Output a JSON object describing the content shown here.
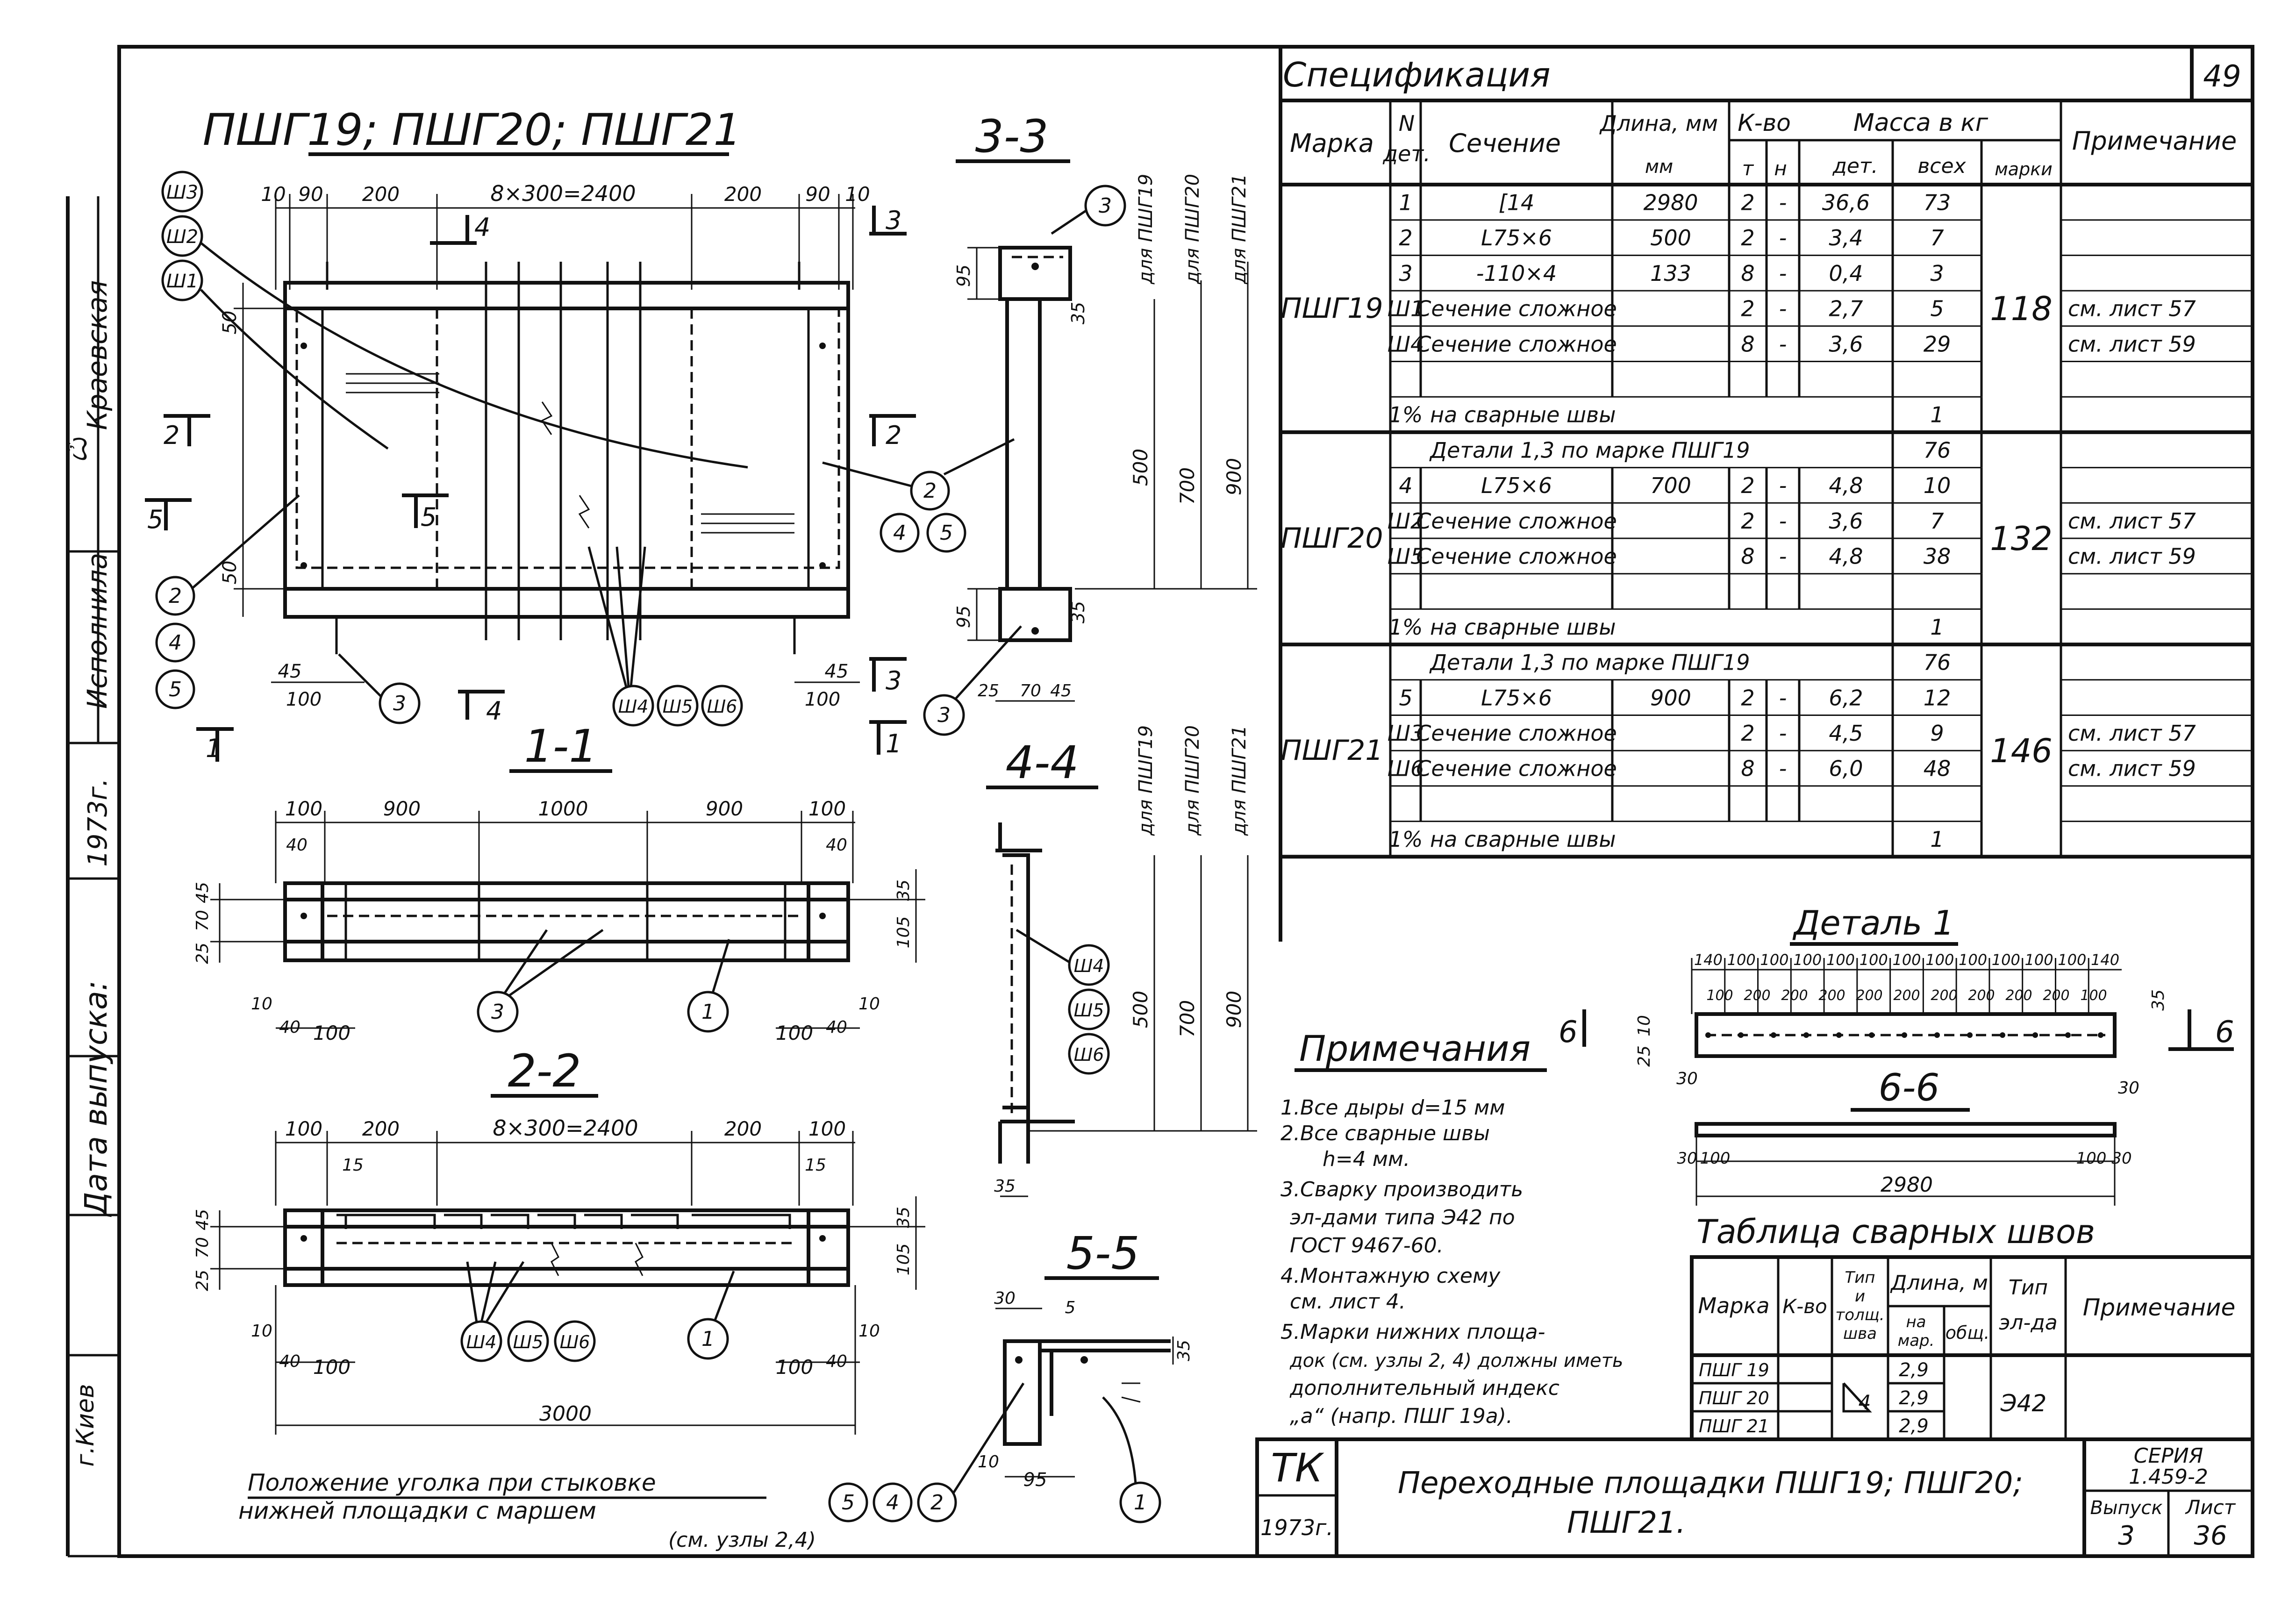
{
  "drawing": {
    "sheet_number": "49",
    "main_title": "ПШГ19; ПШГ20; ПШГ21"
  },
  "left_strip": {
    "signer": "Краевская",
    "role": "Исполнила",
    "signature": "подпись",
    "year": "1973г.",
    "issue_date": "Дата выпуска:",
    "city": "г.Киев"
  },
  "plan": {
    "dims_top": [
      "10",
      "90",
      "200",
      "8×300=2400",
      "200",
      "90",
      "10"
    ],
    "dims_bottom": [
      "45",
      "100",
      "45",
      "100"
    ],
    "left_v": [
      "50",
      "50"
    ],
    "callouts_top": [
      "Ш3",
      "Ш2",
      "Ш1"
    ],
    "callouts_left": [
      "2",
      "4",
      "5"
    ],
    "callouts_right": [
      "2",
      "4",
      "5"
    ],
    "callout_part3": "3",
    "callouts_bottom": [
      "Ш4",
      "Ш5",
      "Ш6"
    ],
    "cuts": {
      "c1": "1",
      "c2": "2",
      "c3": "3",
      "c4": "4",
      "c5": "5",
      "c1r": "1",
      "c2r": "2",
      "c3r": "3",
      "c4r": "4",
      "c5r": "5"
    }
  },
  "sections": {
    "s11": {
      "title": "1-1",
      "dims_top": [
        "100",
        "900",
        "1000",
        "900",
        "100"
      ],
      "dims_small": [
        "40",
        "40"
      ],
      "left_v": [
        "45",
        "70",
        "25"
      ],
      "right_v": [
        "35",
        "105"
      ],
      "dims_bottom": [
        "10",
        "40",
        "100",
        "100",
        "40",
        "10"
      ],
      "callouts": [
        "3",
        "1"
      ]
    },
    "s22": {
      "title": "2-2",
      "dims_top": [
        "100",
        "200",
        "8×300=2400",
        "200",
        "100"
      ],
      "dims_small": [
        "15",
        "15"
      ],
      "left_v": [
        "45",
        "70",
        "25"
      ],
      "right_v": [
        "35",
        "105"
      ],
      "dims_bottom": [
        "10",
        "40",
        "100",
        "100",
        "40",
        "10"
      ],
      "total": "3000",
      "callouts": [
        "Ш4",
        "Ш5",
        "Ш6",
        "1"
      ]
    },
    "s33": {
      "title": "3-3",
      "v_dims": [
        "95",
        "35",
        "95",
        "35"
      ],
      "h_dims": [
        "25",
        "70",
        "45"
      ],
      "heights": [
        "500",
        "700",
        "900"
      ],
      "labels": [
        "для ПШГ19",
        "для ПШГ20",
        "для ПШГ21"
      ],
      "callouts": [
        "3",
        "2",
        "4",
        "5",
        "3"
      ]
    },
    "s44": {
      "title": "4-4",
      "heights": [
        "500",
        "700",
        "900"
      ],
      "labels": [
        "для ПШГ19",
        "для ПШГ20",
        "для ПШГ21"
      ],
      "callouts": [
        "Ш4",
        "Ш5",
        "Ш6"
      ],
      "bottom_dim": "35"
    },
    "s55": {
      "title": "5-5",
      "dims": [
        "30",
        "5",
        "35",
        "10",
        "95"
      ],
      "callouts": [
        "5",
        "4",
        "2",
        "1"
      ]
    },
    "s66": {
      "title": "6-6",
      "detail_title": "Деталь 1",
      "pitch_top": [
        "140",
        "100",
        "100",
        "100",
        "100",
        "100",
        "100",
        "100",
        "100",
        "100",
        "100",
        "100",
        "140"
      ],
      "pitch_inner": [
        "100",
        "200",
        "200",
        "200",
        "200",
        "200",
        "200",
        "200",
        "200",
        "200",
        "100"
      ],
      "dims_side": [
        "25",
        "10",
        "30",
        "30",
        "35"
      ],
      "dims_bottom": [
        "30",
        "100",
        "100",
        "30"
      ],
      "length": "2980",
      "cut_mark": "6"
    }
  },
  "caption": {
    "line1": "Положение уголка при стыковке",
    "line2": "нижней площадки с маршем",
    "line3": "(см. узлы 2,4)"
  },
  "notes": {
    "title": "Примечания",
    "lines": [
      "1.Все дыры d=15 мм",
      "2.Все сварные швы",
      "h=4 мм.",
      "3.Сварку производить",
      "эл-дами типа Э42 по",
      "ГОСТ 9467-60.",
      "4.Монтажную схему",
      "см. лист 4.",
      "5.Марки нижних площа-",
      "док (см. узлы 2, 4) должны иметь",
      "дополнительный индекс",
      "„а“ (напр. ПШГ 19а)."
    ]
  },
  "spec": {
    "title": "Спецификация",
    "headers": {
      "mark": "Марка",
      "n_det": "N дет.",
      "section": "Сечение",
      "length": "Длина, мм",
      "qty": "К-во",
      "qty_t": "т",
      "qty_n": "н",
      "mass": "Масса в кг",
      "mass_det": "дет.",
      "mass_all": "всех",
      "mass_mark": "марки",
      "note": "Примечание"
    },
    "groups": [
      {
        "mark": "ПШГ19",
        "total": "118",
        "rows": [
          {
            "n": "1",
            "sec": "[14",
            "len": "2980",
            "t": "2",
            "h": "-",
            "md": "36,6",
            "ma": "73",
            "note": ""
          },
          {
            "n": "2",
            "sec": "L75×6",
            "len": "500",
            "t": "2",
            "h": "-",
            "md": "3,4",
            "ma": "7",
            "note": ""
          },
          {
            "n": "3",
            "sec": "-110×4",
            "len": "133",
            "t": "8",
            "h": "-",
            "md": "0,4",
            "ma": "3",
            "note": ""
          },
          {
            "n": "Ш1",
            "sec": "Сечение сложное",
            "len": "",
            "t": "2",
            "h": "-",
            "md": "2,7",
            "ma": "5",
            "note": "см. лист 57"
          },
          {
            "n": "Ш4",
            "sec": "Сечение сложное",
            "len": "",
            "t": "8",
            "h": "-",
            "md": "3,6",
            "ma": "29",
            "note": "см. лист 59"
          },
          {
            "n": "",
            "sec": "",
            "len": "",
            "t": "",
            "h": "",
            "md": "",
            "ma": "",
            "note": ""
          },
          {
            "n": "1%",
            "sec": "на сварные швы",
            "len": "",
            "t": "",
            "h": "",
            "md": "",
            "ma": "1",
            "note": "",
            "span": true
          }
        ]
      },
      {
        "mark": "ПШГ20",
        "total": "132",
        "rows": [
          {
            "n": "",
            "sec": "Детали 1,3 по марке ПШГ19",
            "len": "",
            "t": "",
            "h": "",
            "md": "",
            "ma": "76",
            "note": "",
            "span": true
          },
          {
            "n": "4",
            "sec": "L75×6",
            "len": "700",
            "t": "2",
            "h": "-",
            "md": "4,8",
            "ma": "10",
            "note": ""
          },
          {
            "n": "Ш2",
            "sec": "Сечение сложное",
            "len": "",
            "t": "2",
            "h": "-",
            "md": "3,6",
            "ma": "7",
            "note": "см. лист 57"
          },
          {
            "n": "Ш5",
            "sec": "Сечение сложное",
            "len": "",
            "t": "8",
            "h": "-",
            "md": "4,8",
            "ma": "38",
            "note": "см. лист 59"
          },
          {
            "n": "",
            "sec": "",
            "len": "",
            "t": "",
            "h": "",
            "md": "",
            "ma": "",
            "note": ""
          },
          {
            "n": "1%",
            "sec": "на сварные швы",
            "len": "",
            "t": "",
            "h": "",
            "md": "",
            "ma": "1",
            "note": "",
            "span": true
          }
        ]
      },
      {
        "mark": "ПШГ21",
        "total": "146",
        "rows": [
          {
            "n": "",
            "sec": "Детали 1,3 по марке ПШГ19",
            "len": "",
            "t": "",
            "h": "",
            "md": "",
            "ma": "76",
            "note": "",
            "span": true
          },
          {
            "n": "5",
            "sec": "L75×6",
            "len": "900",
            "t": "2",
            "h": "-",
            "md": "6,2",
            "ma": "12",
            "note": ""
          },
          {
            "n": "Ш3",
            "sec": "Сечение сложное",
            "len": "",
            "t": "2",
            "h": "-",
            "md": "4,5",
            "ma": "9",
            "note": "см. лист 57"
          },
          {
            "n": "Ш6",
            "sec": "Сечение сложное",
            "len": "",
            "t": "8",
            "h": "-",
            "md": "6,0",
            "ma": "48",
            "note": "см. лист 59"
          },
          {
            "n": "",
            "sec": "",
            "len": "",
            "t": "",
            "h": "",
            "md": "",
            "ma": "",
            "note": ""
          },
          {
            "n": "1%",
            "sec": "на сварные швы",
            "len": "",
            "t": "",
            "h": "",
            "md": "",
            "ma": "1",
            "note": "",
            "span": true
          }
        ]
      }
    ]
  },
  "welds": {
    "title": "Таблица сварных швов",
    "headers": {
      "mark": "Марка",
      "qty": "К-во",
      "type1": "Тип",
      "type2": "и",
      "type3": "толщ.",
      "type4": "шва",
      "len": "Длина, м",
      "len_na": "на",
      "len_na2": "мар.",
      "len_all": "общ.",
      "elec1": "Тип",
      "elec2": "эл-да",
      "note": "Примечание"
    },
    "rows": [
      {
        "mark": "ПШГ 19",
        "len": "2,9"
      },
      {
        "mark": "ПШГ 20",
        "len": "2,9"
      },
      {
        "mark": "ПШГ 21",
        "len": "2,9"
      }
    ],
    "weld_symbol": "4",
    "electrode": "Э42"
  },
  "title_block": {
    "org": "ТК",
    "year": "1973г.",
    "name1": "Переходные площадки ПШГ19; ПШГ20;",
    "name2": "ПШГ21.",
    "series_label": "СЕРИЯ",
    "series": "1.459-2",
    "issue_label": "Выпуск",
    "issue": "3",
    "sheet_label": "Лист",
    "sheet": "36"
  }
}
